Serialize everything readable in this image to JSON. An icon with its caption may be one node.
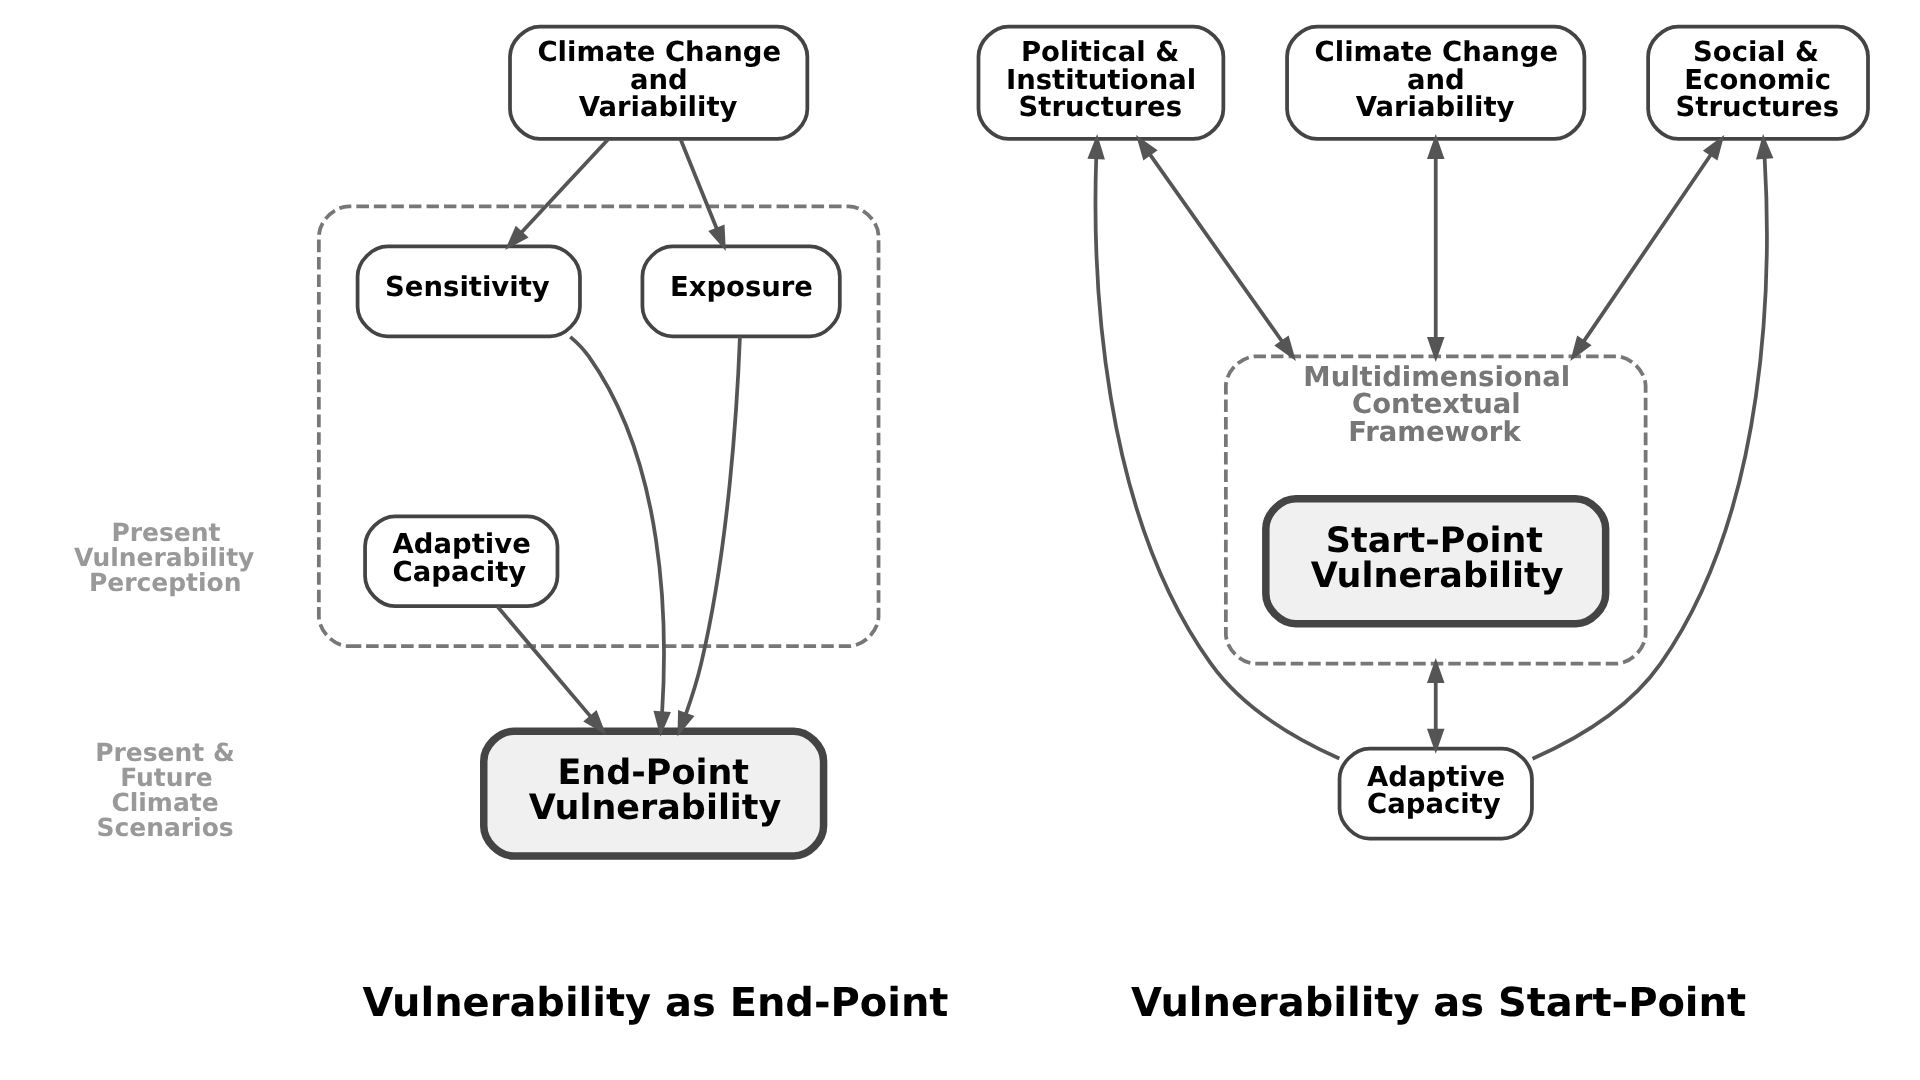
{
  "diagram": {
    "nodes": [
      {
        "text": [
          "Climate Change and Variability"
        ]
      },
      {
        "text": [],
        "shape": "box"
      },
      {
        "text": [
          "Sensitivity"
        ],
        "in": 1
      },
      {
        "text": [
          "Exposure"
        ],
        "in": 1
      },
      {
        "text": [
          "Adaptive Capacity"
        ],
        "in": 1
      },
      {
        "text": [
          "End-Point Vulnerability"
        ]
      },
      {
        "text": [
          "Political & Institutional Structures"
        ]
      },
      {
        "text": [
          "Climate Change and Variability"
        ]
      },
      {
        "text": [
          "Social & Economic Structures"
        ]
      },
      {
        "text": [
          "Multidimensional Contextual Framework"
        ]
      },
      {
        "text": [
          "Start-Point Vulnerability"
        ],
        "in": 9
      },
      {
        "text": [
          "Adaptive Capacity"
        ]
      }
    ],
    "edges": [
      {
        "from": 0,
        "to": 2,
        "arrow": "to"
      },
      {
        "from": 0,
        "to": 3,
        "arrow": "to"
      },
      {
        "from": 2,
        "to": 5,
        "arrow": "to"
      },
      {
        "from": 3,
        "to": 5,
        "arrow": "to"
      },
      {
        "from": 4,
        "to": 5,
        "arrow": "to"
      },
      {
        "from": 6,
        "to": 9,
        "arrow": "both"
      },
      {
        "from": 7,
        "to": 9,
        "arrow": "both"
      },
      {
        "from": 8,
        "to": 9,
        "arrow": "both"
      },
      {
        "from": 9,
        "to": 11,
        "arrow": "both"
      },
      {
        "from": 11,
        "to": 6,
        "arrow": "to"
      },
      {
        "from": 11,
        "to": 8,
        "arrow": "to"
      }
    ],
    "labels": [
      "Present Vulnerability Perception",
      "Present & Future Climate Scenarios",
      "Vulnerability as End-Point",
      "Vulnerability as Start-Point"
    ]
  }
}
